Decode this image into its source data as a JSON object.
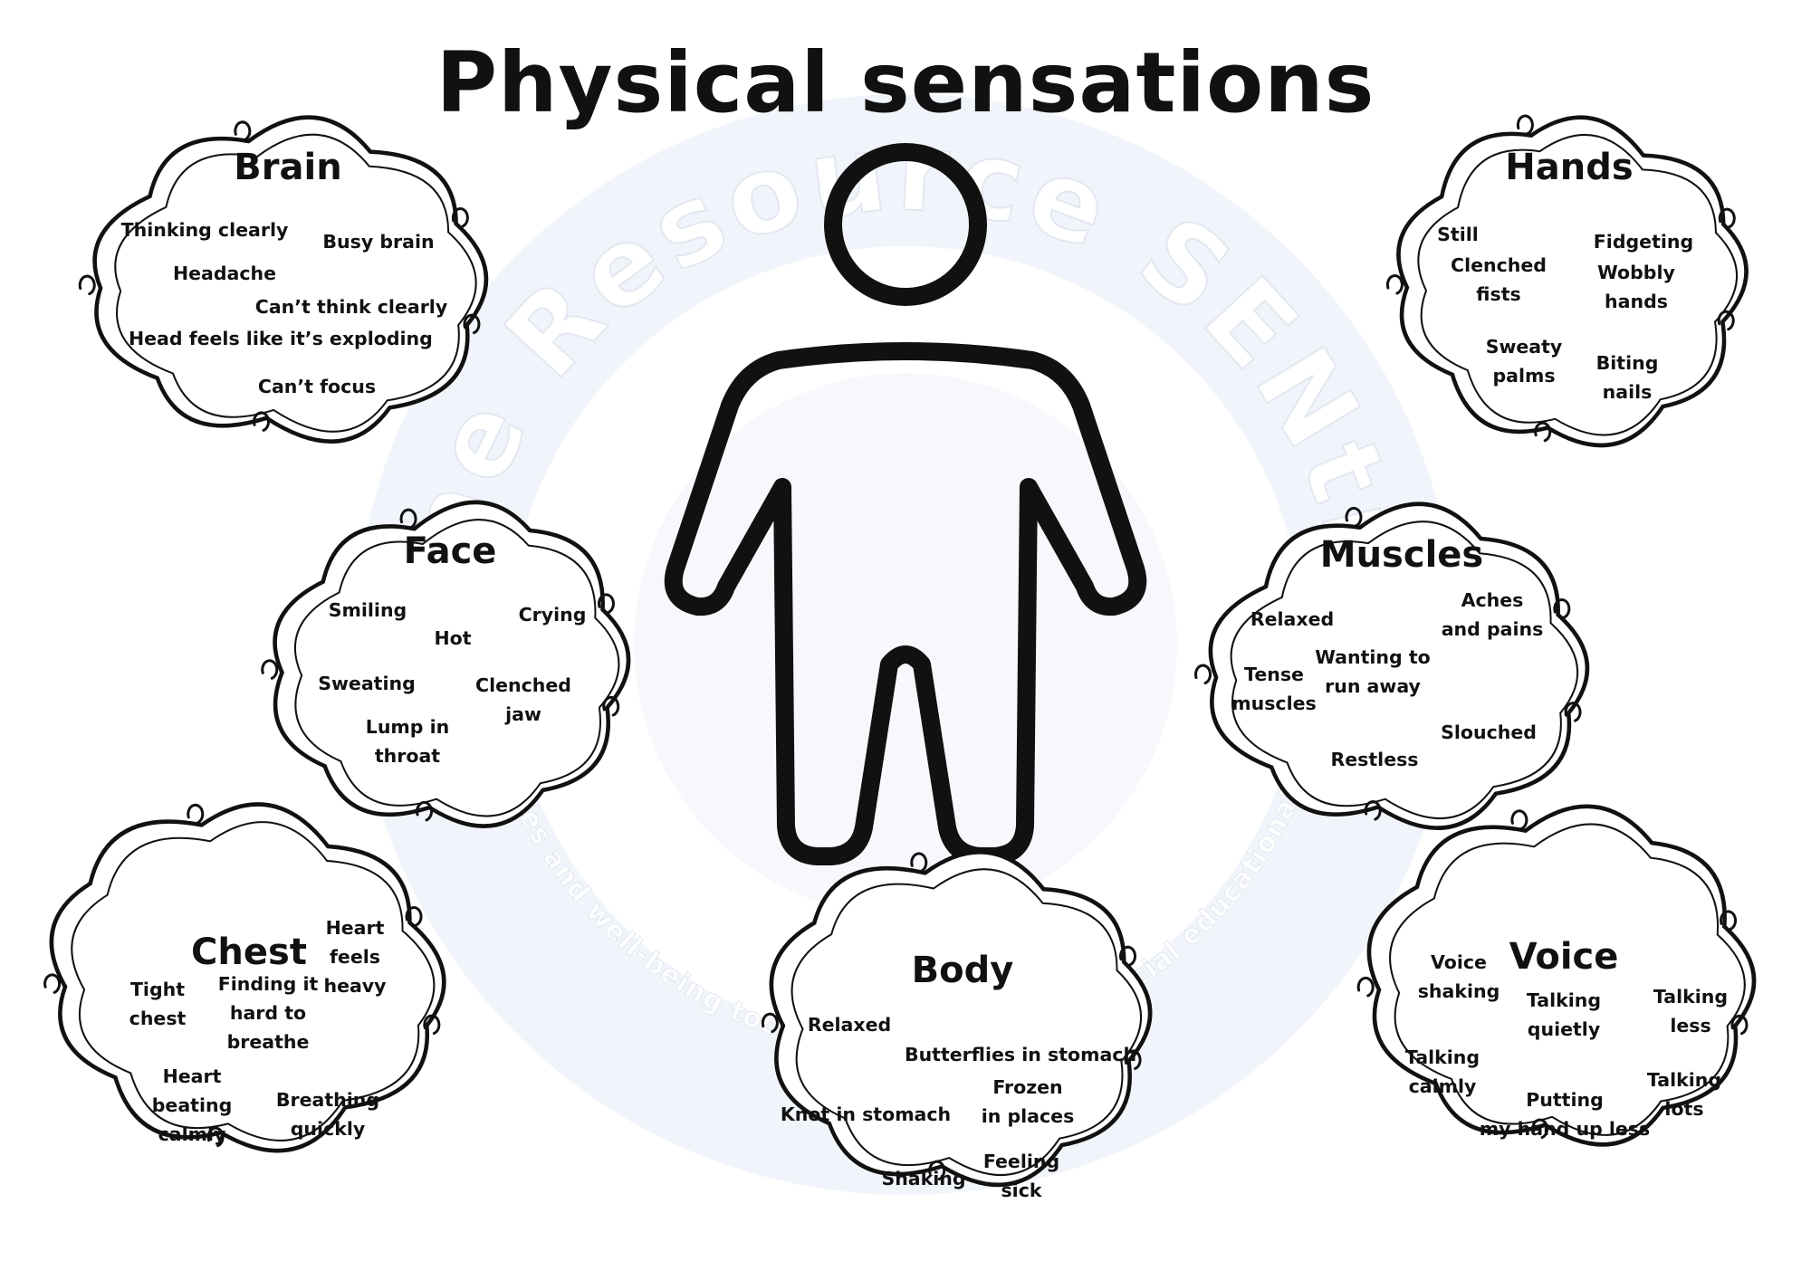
{
  "title": "Physical sensations",
  "watermark": {
    "main": "The Resource SENtre",
    "sub": "Resources and well-being tools for children with special educational needs"
  },
  "figure": {
    "name": "person-outline-icon"
  },
  "clouds": [
    {
      "id": "brain",
      "heading": "Brain",
      "items": [
        "Thinking clearly",
        "Busy brain",
        "Headache",
        "Can’t think clearly",
        "Head feels like it’s exploding",
        "Can’t focus"
      ]
    },
    {
      "id": "hands",
      "heading": "Hands",
      "items": [
        "Still",
        "Fidgeting",
        "Clenched\nfists",
        "Wobbly\nhands",
        "Sweaty\npalms",
        "Biting\nnails"
      ]
    },
    {
      "id": "face",
      "heading": "Face",
      "items": [
        "Smiling",
        "Crying",
        "Hot",
        "Sweating",
        "Clenched\njaw",
        "Lump in\nthroat"
      ]
    },
    {
      "id": "muscles",
      "heading": "Muscles",
      "items": [
        "Relaxed",
        "Aches\nand pains",
        "Wanting to\nrun away",
        "Tense\nmuscles",
        "Slouched",
        "Restless"
      ]
    },
    {
      "id": "chest",
      "heading": "Chest",
      "items": [
        "Heart\nfeels\nheavy",
        "Tight\nchest",
        "Finding it\nhard to\nbreathe",
        "Heart\nbeating\ncalmly",
        "Breathing\nquickly"
      ]
    },
    {
      "id": "body",
      "heading": "Body",
      "items": [
        "Relaxed",
        "Butterflies in stomach",
        "Knot in stomach",
        "Frozen\nin places",
        "Shaking",
        "Feeling\nsick"
      ]
    },
    {
      "id": "voice",
      "heading": "Voice",
      "items": [
        "Voice\nshaking",
        "Talking\nquietly",
        "Talking\nless",
        "Talking\ncalmly",
        "Putting\nmy hand up less",
        "Talking\nlots"
      ]
    }
  ]
}
